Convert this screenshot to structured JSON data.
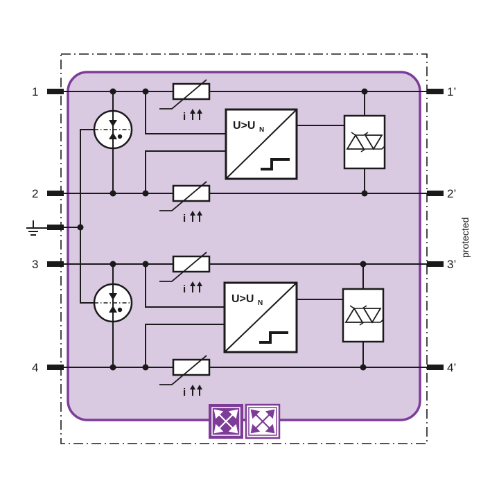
{
  "terminals": {
    "in": [
      "1",
      "2",
      "3",
      "4"
    ],
    "out": [
      "1’",
      "2’",
      "3’",
      "4’"
    ]
  },
  "side_label": "protected",
  "block_label": "U>U",
  "block_label_sub": "N",
  "current_indicator": "i",
  "colors": {
    "module_fill": "#d9c9e1",
    "module_stroke": "#7d3c98",
    "badge_dark": "#7d3c98",
    "badge_light": "#ffffff",
    "wire": "#1a1a1a"
  },
  "icons": {
    "ground": "ground-symbol-icon",
    "gas_discharge_tube": "gas-discharge-tube-icon",
    "varistor": "varistor-icon",
    "tvs_diode": "tvs-diode-icon",
    "badge": "arrows-cross-icon"
  }
}
